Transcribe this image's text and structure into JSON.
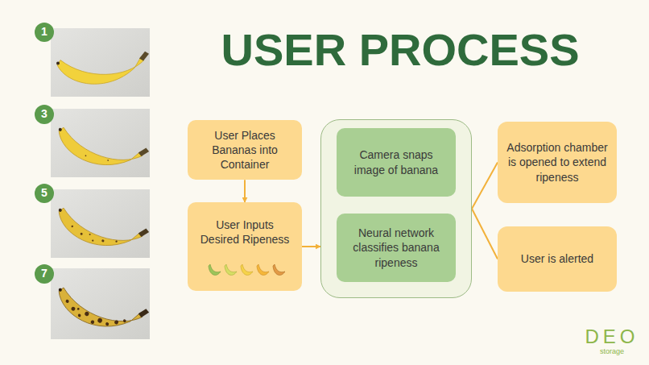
{
  "diagram": {
    "title": "USER PROCESS",
    "nodes": [
      {
        "text": [
          "User Places Bananas into Container"
        ]
      },
      {
        "text": [
          "User Inputs Desired Ripeness"
        ]
      },
      {
        "text": []
      },
      {
        "text": [
          "Camera snaps image of banana"
        ],
        "in": 2
      },
      {
        "text": [
          "Neural network classifies banana ripeness"
        ],
        "in": 2
      },
      {
        "text": [
          "Adsorption chamber is opened to extend ripeness"
        ]
      },
      {
        "text": [
          "User is alerted"
        ]
      }
    ],
    "edges": [
      {
        "from": 0,
        "to": 1,
        "arrow": "to"
      },
      {
        "from": 1,
        "to": 2,
        "arrow": "to"
      },
      {
        "from": 3,
        "to": 4,
        "arrow": "both"
      },
      {
        "from": 2,
        "to": 5,
        "arrow": "none"
      },
      {
        "from": 2,
        "to": 6,
        "arrow": "none"
      }
    ],
    "labels": [
      "1",
      "3",
      "5",
      "7",
      "DEO",
      "storage"
    ]
  }
}
